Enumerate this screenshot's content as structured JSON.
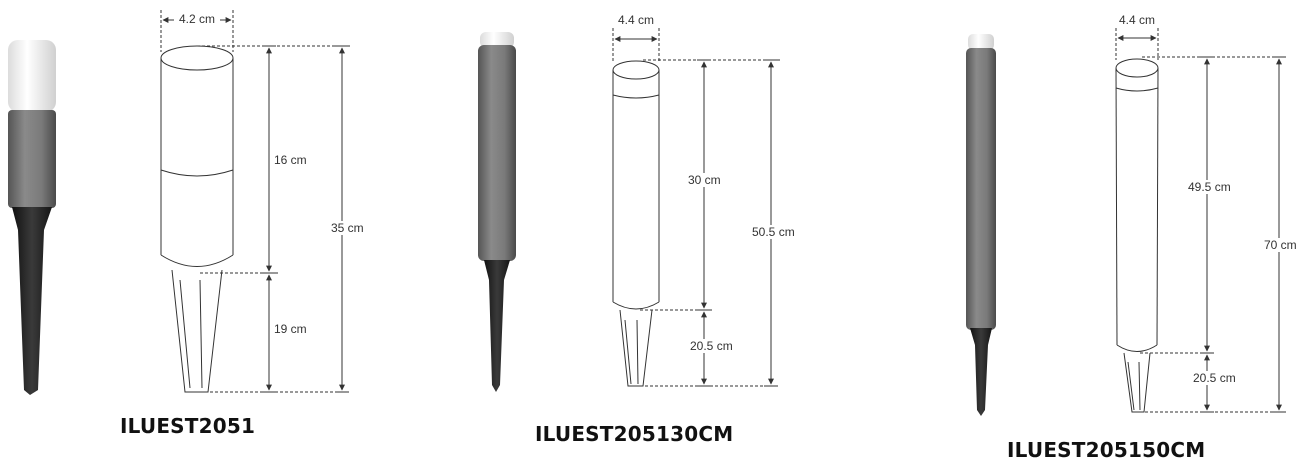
{
  "products": [
    {
      "code": "ILUEST2051",
      "dims": {
        "width": "4.2 cm",
        "top": "16 cm",
        "bottom": "19 cm",
        "total": "35 cm"
      }
    },
    {
      "code": "ILUEST205130CM",
      "dims": {
        "width": "4.4 cm",
        "top": "30 cm",
        "bottom": "20.5 cm",
        "total": "50.5 cm"
      }
    },
    {
      "code": "ILUEST205150CM",
      "dims": {
        "width": "4.4 cm",
        "top": "49.5 cm",
        "bottom": "20.5 cm",
        "total": "70 cm"
      }
    }
  ],
  "colors": {
    "lamp_body": "#7a7a7a",
    "lamp_cap": "#f4f4f4",
    "lamp_spike": "#2a2a2a",
    "outline": "#333333"
  }
}
